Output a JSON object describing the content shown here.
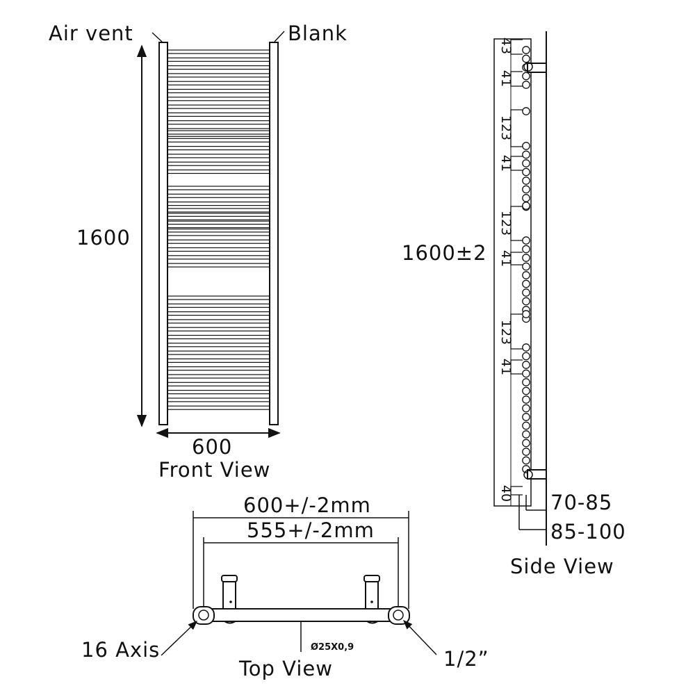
{
  "front_view": {
    "title": "Front View",
    "height_label": "1600",
    "width_label": "600",
    "air_vent_label": "Air vent",
    "blank_label": "Blank"
  },
  "side_view": {
    "title": "Side View",
    "height_label": "1600±2",
    "spacings": [
      "43",
      "41",
      "123",
      "41",
      "123",
      "41",
      "123",
      "41",
      "40"
    ],
    "depth_inner_label": "70-85",
    "depth_outer_label": "85-100"
  },
  "top_view": {
    "title": "Top View",
    "outer_width_label": "600+/-2mm",
    "center_width_label": "555+/-2mm",
    "axis_label": "16 Axis",
    "thread_label": "1/2”",
    "tube_label": "Ø25X0,9"
  },
  "colors": {
    "line": "#111111",
    "background": "#ffffff"
  }
}
